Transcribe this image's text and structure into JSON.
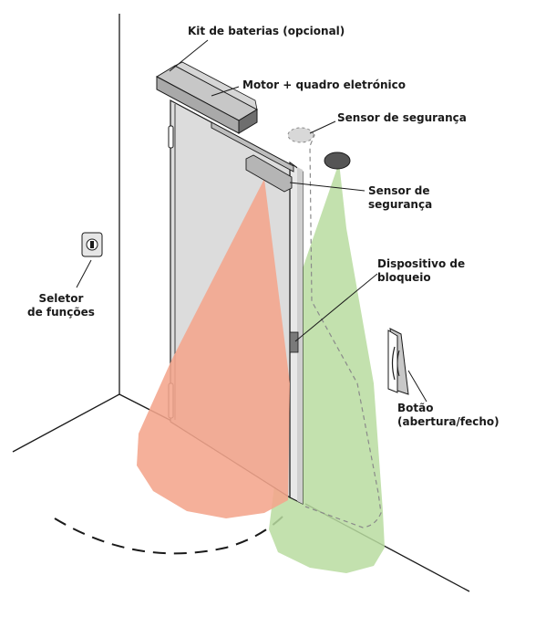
{
  "labels": {
    "battery_kit": "Kit de baterias (opcional)",
    "motor": "Motor + quadro eletrónico",
    "safety_sensor_top": "Sensor de segurança",
    "safety_sensor_side": [
      "Sensor de",
      "segurança"
    ],
    "locking_device": [
      "Dispositivo de",
      "bloqueio"
    ],
    "function_selector": [
      "Seletor",
      "de funções"
    ],
    "button": [
      "Botão",
      "(abertura/fecho)"
    ]
  },
  "colors": {
    "red_sensor_beam": "#f4a58c",
    "green_sensor_beam": "#b9dca0",
    "door_panel": "#dcdcdc",
    "operator_box": "#a9a9a9",
    "wall_line": "#1a1a1a"
  },
  "icons": {
    "selector": "key-selector-icon",
    "button": "push-button-icon",
    "sensor": "dome-sensor-icon"
  }
}
